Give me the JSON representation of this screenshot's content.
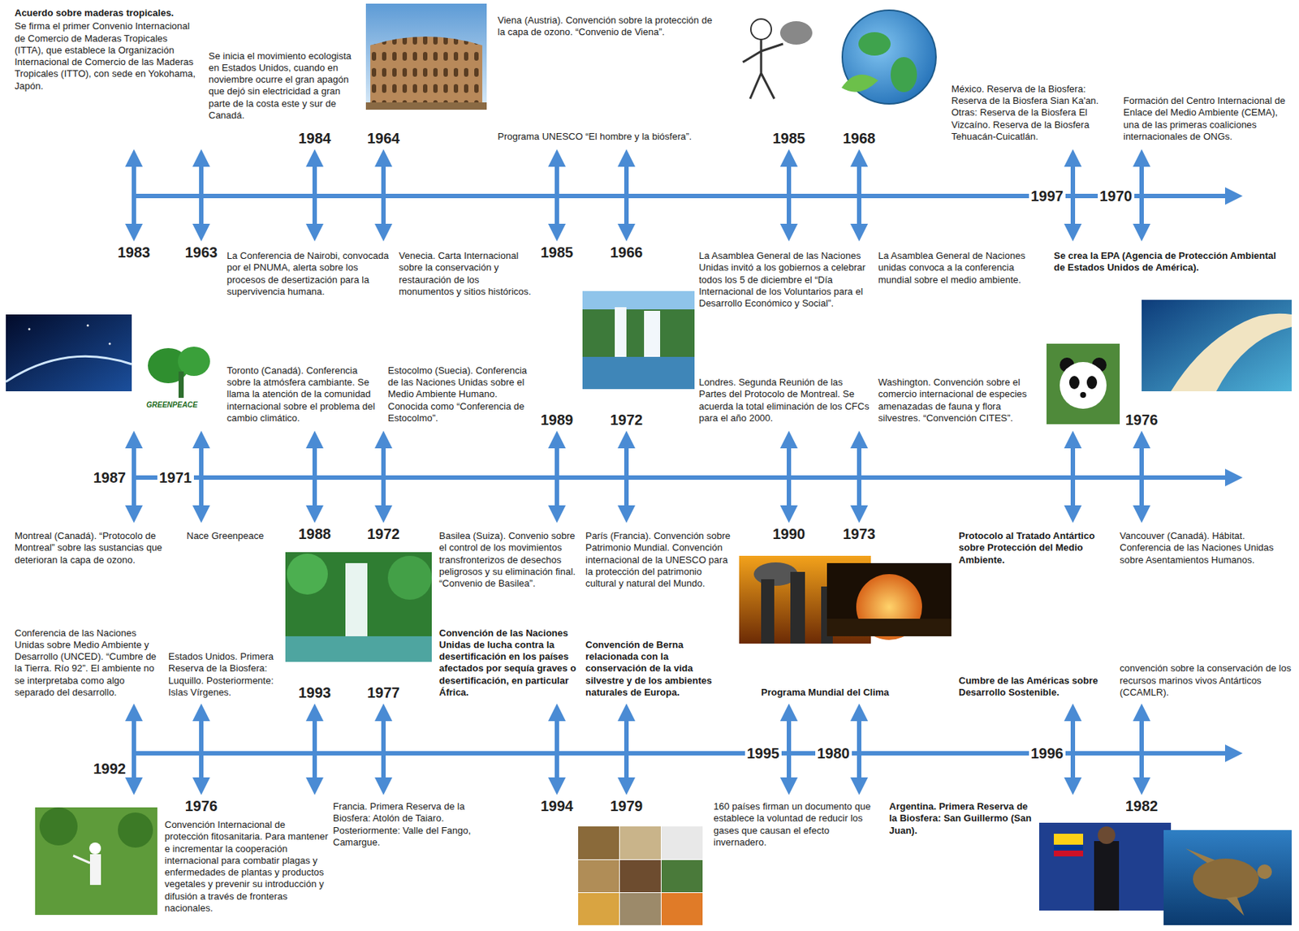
{
  "diagram": {
    "labels": [
      "Acuerdo sobre maderas tropicales.",
      "Se firma el primer Convenio Internacional de Comercio de Maderas Tropicales (ITTA), que establece la Organización Internacional de Comercio de las Maderas Tropicales (ITTO), con sede en Yokohama, Japón.",
      "Se inicia el movimiento ecologista en Estados Unidos, cuando en noviembre ocurre el gran apagón que dejó sin electricidad a gran parte de la costa este y sur de Canadá.",
      "1984",
      "1964",
      "Viena (Austria). Convención sobre la protección de la capa de ozono. “Convenio de Viena”.",
      "Programa UNESCO “El hombre y la biósfera”.",
      "1985",
      "1968",
      "México. Reserva de la Biosfera: Reserva de la Biosfera Sian Ka'an. Otras: Reserva de la Biosfera El Vizcaíno. Reserva de la Biosfera Tehuacán-Cuicatlán.",
      "Formación del Centro Internacional de Enlace del Medio Ambiente (CEMA), una de las primeras coaliciones internacionales de ONGs.",
      "1997",
      "1970",
      "1983",
      "1963",
      "La Conferencia de Nairobi, convocada por el PNUMA, alerta sobre los procesos de desertización para la supervivencia humana.",
      "Venecia. Carta Internacional sobre la conservación y restauración de los monumentos y sitios históricos.",
      "1985",
      "1966",
      "La Asamblea General de las Naciones Unidas invitó a los gobiernos a celebrar todos los 5 de diciembre el “Día Internacional de los Voluntarios para el Desarrollo Económico y Social”.",
      "La Asamblea General de Naciones unidas convoca a la conferencia mundial sobre el medio ambiente.",
      "Se crea la EPA (Agencia de Protección Ambiental de Estados Unidos de América).",
      "GREENPEACE",
      "Toronto (Canadá). Conferencia sobre la atmósfera cambiante. Se llama la atención de la comunidad internacional sobre el problema del cambio climático.",
      "Estocolmo (Suecia). Conferencia de las Naciones Unidas sobre el Medio Ambiente Humano. Conocida como “Conferencia de Estocolmo”.",
      "1987",
      "1971",
      "1989",
      "1972",
      "Londres. Segunda Reunión de las Partes del Protocolo de Montreal. Se acuerda la total eliminación de los CFCs para el año 2000.",
      "Washington. Convención sobre el comercio internacional de especies amenazadas de fauna y flora silvestres. “Convención CITES”.",
      "1976",
      "Montreal (Canadá). “Protocolo de Montreal” sobre las sustancias que deterioran la capa de ozono.",
      "Nace Greenpeace",
      "1988",
      "1972",
      "Basilea (Suiza). Convenio sobre el control de los movimientos transfronterizos de desechos peligrosos y su eliminación final. “Convenio de Basilea”.",
      "París (Francia). Convención sobre Patrimonio Mundial. Convención internacional de la UNESCO para la protección del patrimonio cultural y natural del Mundo.",
      "1990",
      "1973",
      "Protocolo al Tratado Antártico sobre Protección del Medio Ambiente.",
      "Vancouver (Canadá). Hábitat. Conferencia de las Naciones Unidas sobre Asentamientos Humanos.",
      "Conferencia de las Naciones Unidas sobre Medio Ambiente y Desarrollo (UNCED). “Cumbre de la Tierra. Río 92”. El ambiente no se interpretaba como algo separado del desarrollo.",
      "Estados Unidos. Primera Reserva de la Biosfera: Luquillo. Posteriormente: Islas Vírgenes.",
      "1993",
      "1977",
      "Convención de las Naciones Unidas de lucha contra la desertificación en los países afectados por sequía graves o desertificación, en particular África.",
      "Convención de Berna relacionada con la conservación de la vida silvestre y de los ambientes naturales de Europa.",
      "Programa Mundial del Clima",
      "Cumbre de las Américas sobre Desarrollo Sostenible.",
      "convención sobre la conservación de los recursos marinos vivos Antárticos (CCAMLR).",
      "1992",
      "1995",
      "1980",
      "1996",
      "1976",
      "Convención Internacional de protección fitosanitaria. Para mantener e incrementar la cooperación internacional para combatir plagas y enfermedades de plantas y productos vegetales y prevenir su introducción y difusión a través de fronteras nacionales.",
      "Francia. Primera Reserva de la Biosfera: Atolón de Taiaro. Posteriormente: Valle del Fango, Camargue.",
      "1994",
      "1979",
      "160 países firman un documento que establece la voluntad de reducir los gases que causan el efecto invernadero.",
      "Argentina. Primera Reserva de la Biosfera: San Guillermo (San Juan).",
      "1982"
    ]
  }
}
